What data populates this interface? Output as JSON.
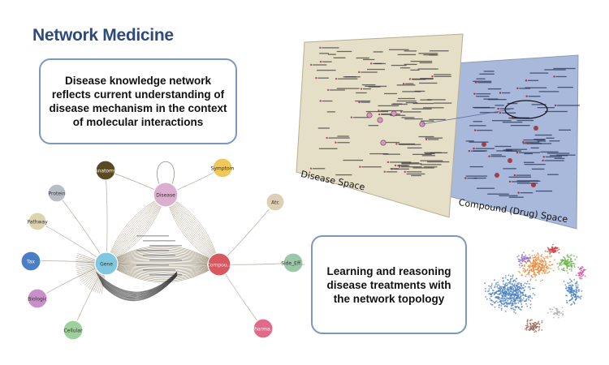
{
  "title": "Network Medicine",
  "callouts": {
    "knowledge_network": "Disease knowledge network reflects current understanding of disease mechanism in the context of molecular interactions",
    "treatments": "Learning and reasoning disease treatments with the network topology"
  },
  "spaces": {
    "disease": "Disease Space",
    "compound": "Compound (Drug) Space"
  },
  "graph_nodes": {
    "anatomy": "Anatomy",
    "disease": "Disease",
    "symptom": "Symptom",
    "protein": "Protein",
    "pathway": "Pathway",
    "atc": "Atc",
    "tax": "Tax",
    "gene": "Gene",
    "compound": "Compou...",
    "side_effect": "Side_Eff...",
    "biologic": "Biologic",
    "cellular": "Cellular",
    "pharmacologic": "Pharma..."
  },
  "colors": {
    "title": "#2e4a7d",
    "callout_border": "#7a99c2",
    "disease_panel": "#e6dfc8",
    "compound_panel": "#a9b9dc",
    "gene": "#7fc8df",
    "compound": "#d9575f",
    "disease": "#dcaed0",
    "anatomy": "#5a4a24",
    "symptom": "#f0c85a"
  }
}
